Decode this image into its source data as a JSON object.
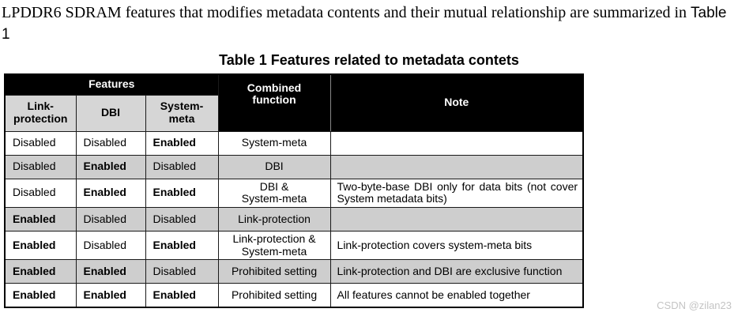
{
  "intro": {
    "text": "LPDDR6 SDRAM features that modifies metadata contents and their mutual relationship are summarized in ",
    "table_ref": "Table 1"
  },
  "table": {
    "title": "Table 1 Features related to metadata contets",
    "header": {
      "features": "Features",
      "link_protection": "Link-\nprotection",
      "dbi": "DBI",
      "system_meta": "System-\nmeta",
      "combined_function": "Combined function",
      "note": "Note"
    },
    "rows": [
      {
        "link_protection": "Disabled",
        "dbi": "Disabled",
        "system_meta": "Enabled",
        "combined_function": "System-meta",
        "note": ""
      },
      {
        "link_protection": "Disabled",
        "dbi": "Enabled",
        "system_meta": "Disabled",
        "combined_function": "DBI",
        "note": ""
      },
      {
        "link_protection": "Disabled",
        "dbi": "Enabled",
        "system_meta": "Enabled",
        "combined_function": "DBI &\nSystem-meta",
        "note": "Two-byte-base DBI only for data bits (not cover System metadata bits)"
      },
      {
        "link_protection": "Enabled",
        "dbi": "Disabled",
        "system_meta": "Disabled",
        "combined_function": "Link-protection",
        "note": ""
      },
      {
        "link_protection": "Enabled",
        "dbi": "Disabled",
        "system_meta": "Enabled",
        "combined_function": "Link-protection &\nSystem-meta",
        "note": "Link-protection covers system-meta bits"
      },
      {
        "link_protection": "Enabled",
        "dbi": "Enabled",
        "system_meta": "Disabled",
        "combined_function": "Prohibited setting",
        "note": "Link-protection and DBI are exclusive function"
      },
      {
        "link_protection": "Enabled",
        "dbi": "Enabled",
        "system_meta": "Enabled",
        "combined_function": "Prohibited setting",
        "note": "All features cannot be enabled together"
      }
    ]
  },
  "watermark": "CSDN @zilan23",
  "colors": {
    "header_bg": "#000000",
    "header_text": "#ffffff",
    "subheader_bg": "#d6d6d6",
    "row_shade_bg": "#cecece"
  }
}
